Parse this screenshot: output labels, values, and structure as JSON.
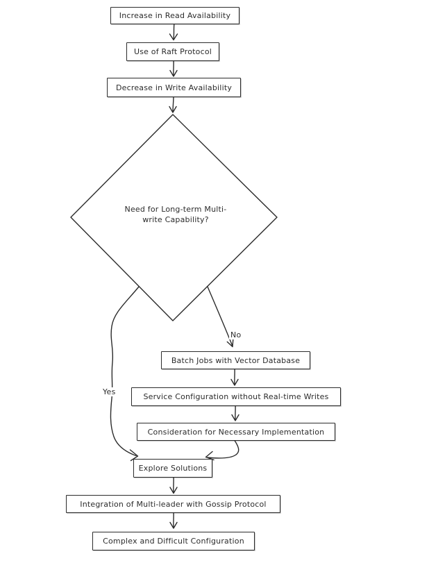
{
  "diagram": {
    "type": "flowchart",
    "style": "hand-drawn",
    "stroke_color": "#2b2b2b",
    "background_color": "#ffffff",
    "nodes": [
      {
        "id": "increase-read",
        "shape": "rectangle",
        "label": "Increase in Read Availability"
      },
      {
        "id": "raft-protocol",
        "shape": "rectangle",
        "label": "Use of Raft Protocol"
      },
      {
        "id": "decrease-write",
        "shape": "rectangle",
        "label": "Decrease in Write Availability"
      },
      {
        "id": "decision-multiwrite",
        "shape": "diamond",
        "label": "Need for Long-term Multi-\nwrite Capability?"
      },
      {
        "id": "batch-jobs",
        "shape": "rectangle",
        "label": "Batch Jobs with Vector Database"
      },
      {
        "id": "service-config",
        "shape": "rectangle",
        "label": "Service Configuration without Real-time Writes"
      },
      {
        "id": "consideration",
        "shape": "rectangle",
        "label": "Consideration for Necessary Implementation"
      },
      {
        "id": "explore-solutions",
        "shape": "rectangle",
        "label": "Explore Solutions"
      },
      {
        "id": "integration-gossip",
        "shape": "rectangle",
        "label": "Integration of Multi-leader with Gossip Protocol"
      },
      {
        "id": "complex-config",
        "shape": "rectangle",
        "label": "Complex and Difficult Configuration"
      }
    ],
    "edges": [
      {
        "from": "increase-read",
        "to": "raft-protocol",
        "label": ""
      },
      {
        "from": "raft-protocol",
        "to": "decrease-write",
        "label": ""
      },
      {
        "from": "decrease-write",
        "to": "decision-multiwrite",
        "label": ""
      },
      {
        "from": "decision-multiwrite",
        "to": "batch-jobs",
        "label": "No"
      },
      {
        "from": "decision-multiwrite",
        "to": "explore-solutions",
        "label": "Yes"
      },
      {
        "from": "batch-jobs",
        "to": "service-config",
        "label": ""
      },
      {
        "from": "service-config",
        "to": "consideration",
        "label": ""
      },
      {
        "from": "consideration",
        "to": "explore-solutions",
        "label": ""
      },
      {
        "from": "explore-solutions",
        "to": "integration-gossip",
        "label": ""
      },
      {
        "from": "integration-gossip",
        "to": "complex-config",
        "label": ""
      }
    ]
  }
}
